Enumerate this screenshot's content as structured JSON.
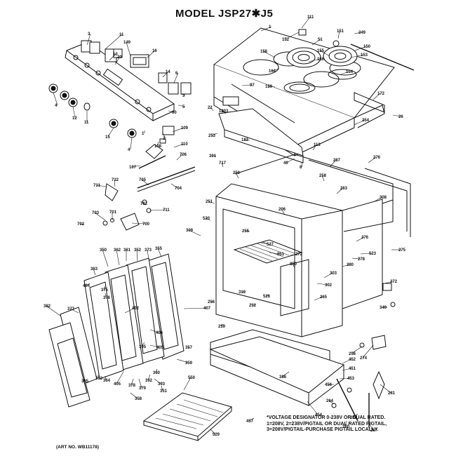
{
  "header": {
    "title": "MODEL JSP27✱J5"
  },
  "footer": {
    "art_number": "(ART NO. WB11178)",
    "note_lines": [
      "*VOLTAGE DESIGNATOR 0-238V OR DUAL RATED.",
      "1=208V, 2=238V/PIGTAIL OR DUAL RATED PIGTAIL,",
      "3=208V/PIGTAIL-PURCHASE PIGTAIL LOCALLY."
    ]
  },
  "parts": [
    {
      "label": "111"
    },
    {
      "label": "1"
    },
    {
      "label": "152"
    },
    {
      "label": "151"
    },
    {
      "label": "249"
    },
    {
      "label": "150"
    },
    {
      "label": "153"
    },
    {
      "label": "158"
    },
    {
      "label": "164"
    },
    {
      "label": "159"
    },
    {
      "label": "154"
    },
    {
      "label": "51"
    },
    {
      "label": "155"
    },
    {
      "label": "156"
    },
    {
      "label": "97"
    },
    {
      "label": "172"
    },
    {
      "label": "26"
    },
    {
      "label": "254"
    },
    {
      "label": "1203"
    },
    {
      "label": "22"
    },
    {
      "label": "183"
    },
    {
      "label": "253"
    },
    {
      "label": "40"
    },
    {
      "label": "8"
    },
    {
      "label": "113"
    },
    {
      "label": "287"
    },
    {
      "label": "276"
    },
    {
      "label": "301"
    },
    {
      "label": "717"
    },
    {
      "label": "250"
    },
    {
      "label": "251"
    },
    {
      "label": "258"
    },
    {
      "label": "263"
    },
    {
      "label": "206"
    },
    {
      "label": "308"
    },
    {
      "label": "520"
    },
    {
      "label": "309"
    },
    {
      "label": "255"
    },
    {
      "label": "527"
    },
    {
      "label": "851"
    },
    {
      "label": "272"
    },
    {
      "label": "523"
    },
    {
      "label": "276"
    },
    {
      "label": "278"
    },
    {
      "label": "280"
    },
    {
      "label": "275"
    },
    {
      "label": "302"
    },
    {
      "label": "303"
    },
    {
      "label": "850"
    },
    {
      "label": "272"
    },
    {
      "label": "310"
    },
    {
      "label": "526"
    },
    {
      "label": "265"
    },
    {
      "label": "256"
    },
    {
      "label": "252"
    },
    {
      "label": "259"
    },
    {
      "label": "349"
    },
    {
      "label": "3"
    },
    {
      "label": "11"
    },
    {
      "label": "149"
    },
    {
      "label": "10"
    },
    {
      "label": "20"
    },
    {
      "label": "16"
    },
    {
      "label": "14"
    },
    {
      "label": "6"
    },
    {
      "label": "3"
    },
    {
      "label": "5"
    },
    {
      "label": "60"
    },
    {
      "label": "4"
    },
    {
      "label": "12"
    },
    {
      "label": "11"
    },
    {
      "label": "15"
    },
    {
      "label": "4"
    },
    {
      "label": "1"
    },
    {
      "label": "2"
    },
    {
      "label": "109"
    },
    {
      "label": "108"
    },
    {
      "label": "110"
    },
    {
      "label": "107"
    },
    {
      "label": "706"
    },
    {
      "label": "705"
    },
    {
      "label": "704"
    },
    {
      "label": "731"
    },
    {
      "label": "732"
    },
    {
      "label": "712"
    },
    {
      "label": "711"
    },
    {
      "label": "703"
    },
    {
      "label": "701"
    },
    {
      "label": "702"
    },
    {
      "label": "700"
    },
    {
      "label": "350"
    },
    {
      "label": "362"
    },
    {
      "label": "361"
    },
    {
      "label": "352"
    },
    {
      "label": "373"
    },
    {
      "label": "355"
    },
    {
      "label": "363"
    },
    {
      "label": "404"
    },
    {
      "label": "375"
    },
    {
      "label": "376"
    },
    {
      "label": "382"
    },
    {
      "label": "377"
    },
    {
      "label": "402"
    },
    {
      "label": "407"
    },
    {
      "label": "406"
    },
    {
      "label": "395"
    },
    {
      "label": "405"
    },
    {
      "label": "357"
    },
    {
      "label": "359"
    },
    {
      "label": "360"
    },
    {
      "label": "365"
    },
    {
      "label": "364"
    },
    {
      "label": "363"
    },
    {
      "label": "405"
    },
    {
      "label": "378"
    },
    {
      "label": "379"
    },
    {
      "label": "392"
    },
    {
      "label": "393"
    },
    {
      "label": "351"
    },
    {
      "label": "358"
    },
    {
      "label": "550"
    },
    {
      "label": "529"
    },
    {
      "label": "457"
    },
    {
      "label": "454"
    },
    {
      "label": "386"
    },
    {
      "label": "452"
    },
    {
      "label": "451"
    },
    {
      "label": "453"
    },
    {
      "label": "456"
    },
    {
      "label": "264"
    },
    {
      "label": "260"
    },
    {
      "label": "263"
    },
    {
      "label": "267"
    },
    {
      "label": "281"
    },
    {
      "label": "256"
    },
    {
      "label": "274"
    }
  ]
}
